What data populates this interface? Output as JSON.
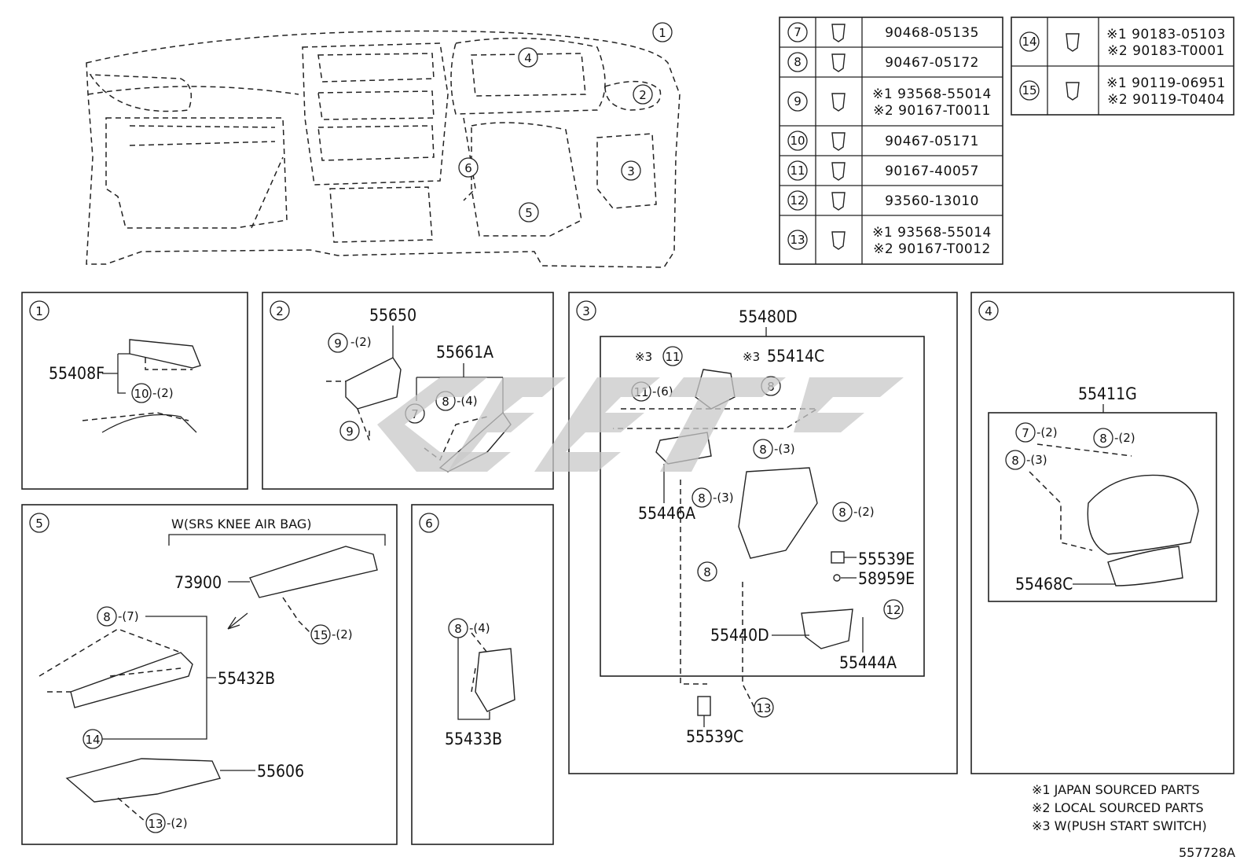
{
  "diagram_id": "557728A",
  "overview_callouts": [
    "1",
    "2",
    "3",
    "4",
    "5",
    "6"
  ],
  "fastener_table_left": [
    {
      "ref": "7",
      "lines": [
        "90468-05135"
      ]
    },
    {
      "ref": "8",
      "lines": [
        "90467-05172"
      ]
    },
    {
      "ref": "9",
      "lines": [
        "※1 93568-55014",
        "※2 90167-T0011"
      ]
    },
    {
      "ref": "10",
      "lines": [
        "90467-05171"
      ]
    },
    {
      "ref": "11",
      "lines": [
        "90167-40057"
      ]
    },
    {
      "ref": "12",
      "lines": [
        "93560-13010"
      ]
    },
    {
      "ref": "13",
      "lines": [
        "※1 93568-55014",
        "※2 90167-T0012"
      ]
    }
  ],
  "fastener_table_right": [
    {
      "ref": "14",
      "lines": [
        "※1 90183-05103",
        "※2 90183-T0001"
      ]
    },
    {
      "ref": "15",
      "lines": [
        "※1 90119-06951",
        "※2 90119-T0404"
      ]
    }
  ],
  "panels": {
    "p1": {
      "num": "1",
      "parts": [
        "55408F"
      ],
      "callouts": [
        {
          "ref": "10",
          "qty": "-(2)"
        }
      ]
    },
    "p2": {
      "num": "2",
      "parts": [
        "55650",
        "55661A"
      ],
      "callouts": [
        {
          "ref": "9",
          "qty": "-(2)"
        },
        {
          "ref": "8",
          "qty": "-(4)"
        },
        {
          "ref": "7",
          "qty": ""
        },
        {
          "ref": "9",
          "qty": ""
        }
      ]
    },
    "p3": {
      "num": "3",
      "parts": [
        "55480D",
        "55414C",
        "55446A",
        "55539E",
        "58959E",
        "55440D",
        "55444A",
        "55539C"
      ],
      "callouts": [
        {
          "ref": "11",
          "qty": "※3"
        },
        {
          "ref": "11",
          "qty": "-(6)"
        },
        {
          "ref": "8",
          "qty": ""
        },
        {
          "ref": "8",
          "qty": "-(3)"
        },
        {
          "ref": "8",
          "qty": "-(3)"
        },
        {
          "ref": "8",
          "qty": "-(2)"
        },
        {
          "ref": "8",
          "qty": ""
        },
        {
          "ref": "12",
          "qty": ""
        },
        {
          "ref": "13",
          "qty": ""
        }
      ],
      "mark_55414C": "※3"
    },
    "p4": {
      "num": "4",
      "parts": [
        "55411G",
        "55468C"
      ],
      "callouts": [
        {
          "ref": "7",
          "qty": "-(2)"
        },
        {
          "ref": "8",
          "qty": "-(2)"
        },
        {
          "ref": "8",
          "qty": "-(3)"
        }
      ]
    },
    "p5": {
      "num": "5",
      "parts": [
        "73900",
        "55432B",
        "55606"
      ],
      "condition": "W(SRS KNEE AIR BAG)",
      "callouts": [
        {
          "ref": "8",
          "qty": "-(7)"
        },
        {
          "ref": "15",
          "qty": "-(2)"
        },
        {
          "ref": "14",
          "qty": ""
        },
        {
          "ref": "13",
          "qty": "-(2)"
        }
      ]
    },
    "p6": {
      "num": "6",
      "parts": [
        "55433B"
      ],
      "callouts": [
        {
          "ref": "8",
          "qty": "-(4)"
        }
      ]
    }
  },
  "notes": [
    "※1 JAPAN SOURCED PARTS",
    "※2 LOCAL SOURCED PARTS",
    "※3 W(PUSH START SWITCH)"
  ]
}
